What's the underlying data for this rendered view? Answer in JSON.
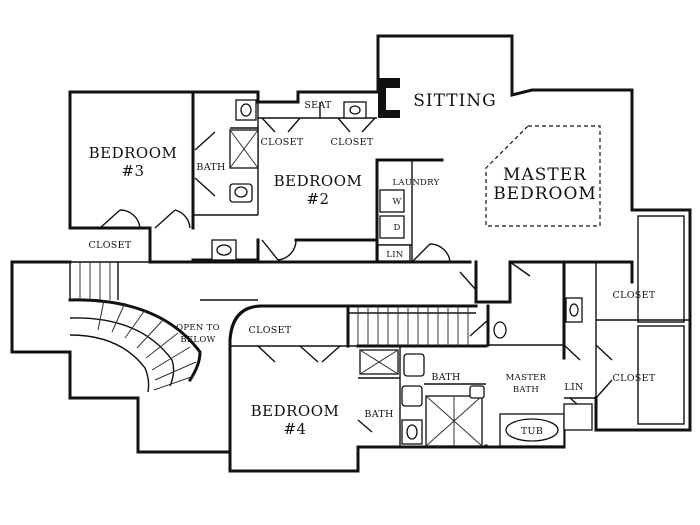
{
  "colors": {
    "wall": "#111111",
    "background": "#ffffff"
  },
  "rooms": {
    "bedroom3": {
      "line1": "BEDROOM",
      "line2": "#3"
    },
    "bedroom2": {
      "line1": "BEDROOM",
      "line2": "#2"
    },
    "bedroom4": {
      "line1": "BEDROOM",
      "line2": "#4"
    },
    "master": {
      "line1": "MASTER",
      "line2": "BEDROOM"
    },
    "sitting": "SITTING",
    "open_to_below": {
      "line1": "OPEN TO",
      "line2": "BELOW"
    },
    "master_bath": {
      "line1": "MASTER",
      "line2": "BATH"
    }
  },
  "labels": {
    "seat": "SEAT",
    "closet_b2_left": "CLOSET",
    "closet_b2_right": "CLOSET",
    "bath_b2": "BATH",
    "laundry": "LAUNDRY",
    "washer": "W",
    "dryer": "D",
    "lin_laundry": "LIN",
    "closet_b3": "CLOSET",
    "closet_b4": "CLOSET",
    "bath_b4": "BATH",
    "bath_hall": "BATH",
    "tub": "TUB",
    "lin_master": "LIN",
    "closet_master_upper": "CLOSET",
    "closet_master_lower": "CLOSET"
  }
}
